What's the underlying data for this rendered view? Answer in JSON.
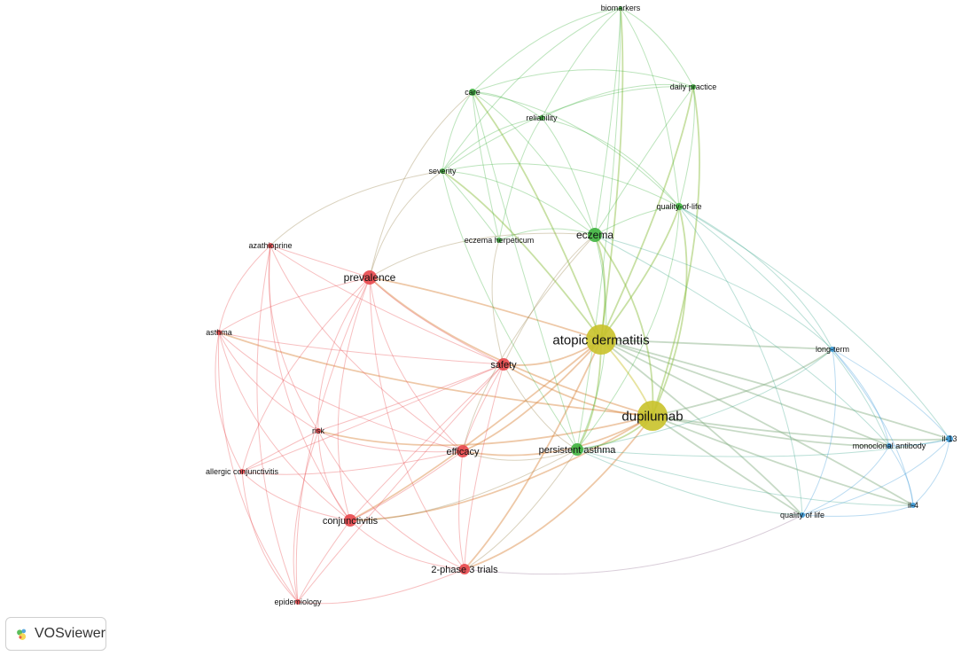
{
  "app": {
    "name": "VOSviewer",
    "logo_icon": "vosviewer-logo-icon"
  },
  "clusters": {
    "red": "#e8474b",
    "green": "#3fb33f",
    "blue": "#3a98d6",
    "yellow": "#c9c22a"
  },
  "nodes": [
    {
      "id": "atopic_dermatitis",
      "label": "atopic dermatitis",
      "cluster": "yellow"
    },
    {
      "id": "dupilumab",
      "label": "dupilumab",
      "cluster": "yellow"
    },
    {
      "id": "prevalence",
      "label": "prevalence",
      "cluster": "red"
    },
    {
      "id": "safety",
      "label": "safety",
      "cluster": "red"
    },
    {
      "id": "efficacy",
      "label": "efficacy",
      "cluster": "red"
    },
    {
      "id": "conjunctivitis",
      "label": "conjunctivitis",
      "cluster": "red"
    },
    {
      "id": "phase3",
      "label": "2-phase 3 trials",
      "cluster": "red"
    },
    {
      "id": "azathioprine",
      "label": "azathioprine",
      "cluster": "red"
    },
    {
      "id": "asthma",
      "label": "asthma",
      "cluster": "red"
    },
    {
      "id": "risk",
      "label": "risk",
      "cluster": "red"
    },
    {
      "id": "allergic_conj",
      "label": "allergic conjunctivitis",
      "cluster": "red"
    },
    {
      "id": "epidemiology",
      "label": "epidemiology",
      "cluster": "red"
    },
    {
      "id": "eczema",
      "label": "eczema",
      "cluster": "green"
    },
    {
      "id": "persistent_asthma",
      "label": "persistent asthma",
      "cluster": "green"
    },
    {
      "id": "care",
      "label": "care",
      "cluster": "green"
    },
    {
      "id": "biomarkers",
      "label": "biomarkers",
      "cluster": "green"
    },
    {
      "id": "daily_practice",
      "label": "daily practice",
      "cluster": "green"
    },
    {
      "id": "reliability",
      "label": "reliability",
      "cluster": "green"
    },
    {
      "id": "severity",
      "label": "severity",
      "cluster": "green"
    },
    {
      "id": "eczema_herp",
      "label": "eczema herpeticum",
      "cluster": "green"
    },
    {
      "id": "qol_hyphen",
      "label": "quality-of-life",
      "cluster": "green"
    },
    {
      "id": "long_term",
      "label": "long-term",
      "cluster": "blue"
    },
    {
      "id": "mab",
      "label": "monoclonal antibody",
      "cluster": "blue"
    },
    {
      "id": "il13",
      "label": "il-13",
      "cluster": "blue"
    },
    {
      "id": "il4",
      "label": "il-4",
      "cluster": "blue"
    },
    {
      "id": "qol_space",
      "label": "quality of life",
      "cluster": "blue"
    }
  ],
  "links": [
    [
      "atopic_dermatitis",
      "dupilumab"
    ],
    [
      "atopic_dermatitis",
      "eczema"
    ],
    [
      "atopic_dermatitis",
      "prevalence"
    ],
    [
      "atopic_dermatitis",
      "safety"
    ],
    [
      "atopic_dermatitis",
      "efficacy"
    ],
    [
      "atopic_dermatitis",
      "conjunctivitis"
    ],
    [
      "atopic_dermatitis",
      "persistent_asthma"
    ],
    [
      "atopic_dermatitis",
      "long_term"
    ],
    [
      "atopic_dermatitis",
      "mab"
    ],
    [
      "atopic_dermatitis",
      "qol_hyphen"
    ],
    [
      "atopic_dermatitis",
      "biomarkers"
    ],
    [
      "atopic_dermatitis",
      "care"
    ],
    [
      "atopic_dermatitis",
      "il4"
    ],
    [
      "atopic_dermatitis",
      "il13"
    ],
    [
      "atopic_dermatitis",
      "qol_space"
    ],
    [
      "atopic_dermatitis",
      "phase3"
    ],
    [
      "atopic_dermatitis",
      "daily_practice"
    ],
    [
      "atopic_dermatitis",
      "severity"
    ],
    [
      "dupilumab",
      "efficacy"
    ],
    [
      "dupilumab",
      "safety"
    ],
    [
      "dupilumab",
      "conjunctivitis"
    ],
    [
      "dupilumab",
      "prevalence"
    ],
    [
      "dupilumab",
      "eczema"
    ],
    [
      "dupilumab",
      "persistent_asthma"
    ],
    [
      "dupilumab",
      "long_term"
    ],
    [
      "dupilumab",
      "mab"
    ],
    [
      "dupilumab",
      "il4"
    ],
    [
      "dupilumab",
      "il13"
    ],
    [
      "dupilumab",
      "qol_space"
    ],
    [
      "dupilumab",
      "phase3"
    ],
    [
      "dupilumab",
      "qol_hyphen"
    ],
    [
      "dupilumab",
      "daily_practice"
    ],
    [
      "dupilumab",
      "asthma"
    ],
    [
      "dupilumab",
      "risk"
    ],
    [
      "prevalence",
      "safety"
    ],
    [
      "prevalence",
      "efficacy"
    ],
    [
      "prevalence",
      "conjunctivitis"
    ],
    [
      "prevalence",
      "asthma"
    ],
    [
      "prevalence",
      "azathioprine"
    ],
    [
      "prevalence",
      "risk"
    ],
    [
      "prevalence",
      "eczema"
    ],
    [
      "prevalence",
      "care"
    ],
    [
      "prevalence",
      "severity"
    ],
    [
      "prevalence",
      "epidemiology"
    ],
    [
      "prevalence",
      "phase3"
    ],
    [
      "prevalence",
      "allergic_conj"
    ],
    [
      "safety",
      "efficacy"
    ],
    [
      "safety",
      "conjunctivitis"
    ],
    [
      "safety",
      "phase3"
    ],
    [
      "safety",
      "risk"
    ],
    [
      "safety",
      "asthma"
    ],
    [
      "safety",
      "azathioprine"
    ],
    [
      "safety",
      "eczema"
    ],
    [
      "safety",
      "persistent_asthma"
    ],
    [
      "safety",
      "allergic_conj"
    ],
    [
      "safety",
      "epidemiology"
    ],
    [
      "safety",
      "eczema_herp"
    ],
    [
      "efficacy",
      "conjunctivitis"
    ],
    [
      "efficacy",
      "phase3"
    ],
    [
      "efficacy",
      "risk"
    ],
    [
      "efficacy",
      "asthma"
    ],
    [
      "efficacy",
      "azathioprine"
    ],
    [
      "efficacy",
      "persistent_asthma"
    ],
    [
      "efficacy",
      "allergic_conj"
    ],
    [
      "efficacy",
      "eczema"
    ],
    [
      "conjunctivitis",
      "phase3"
    ],
    [
      "conjunctivitis",
      "risk"
    ],
    [
      "conjunctivitis",
      "allergic_conj"
    ],
    [
      "conjunctivitis",
      "epidemiology"
    ],
    [
      "conjunctivitis",
      "asthma"
    ],
    [
      "conjunctivitis",
      "persistent_asthma"
    ],
    [
      "conjunctivitis",
      "azathioprine"
    ],
    [
      "phase3",
      "epidemiology"
    ],
    [
      "phase3",
      "risk"
    ],
    [
      "phase3",
      "persistent_asthma"
    ],
    [
      "phase3",
      "qol_space"
    ],
    [
      "asthma",
      "risk"
    ],
    [
      "asthma",
      "azathioprine"
    ],
    [
      "asthma",
      "allergic_conj"
    ],
    [
      "asthma",
      "epidemiology"
    ],
    [
      "risk",
      "allergic_conj"
    ],
    [
      "risk",
      "epidemiology"
    ],
    [
      "risk",
      "azathioprine"
    ],
    [
      "allergic_conj",
      "epidemiology"
    ],
    [
      "azathioprine",
      "epidemiology"
    ],
    [
      "eczema",
      "care"
    ],
    [
      "eczema",
      "biomarkers"
    ],
    [
      "eczema",
      "daily_practice"
    ],
    [
      "eczema",
      "reliability"
    ],
    [
      "eczema",
      "severity"
    ],
    [
      "eczema",
      "eczema_herp"
    ],
    [
      "eczema",
      "qol_hyphen"
    ],
    [
      "eczema",
      "persistent_asthma"
    ],
    [
      "eczema",
      "long_term"
    ],
    [
      "eczema",
      "mab"
    ],
    [
      "persistent_asthma",
      "care"
    ],
    [
      "persistent_asthma",
      "biomarkers"
    ],
    [
      "persistent_asthma",
      "qol_hyphen"
    ],
    [
      "persistent_asthma",
      "long_term"
    ],
    [
      "persistent_asthma",
      "il13"
    ],
    [
      "persistent_asthma",
      "il4"
    ],
    [
      "persistent_asthma",
      "qol_space"
    ],
    [
      "persistent_asthma",
      "severity"
    ],
    [
      "care",
      "biomarkers"
    ],
    [
      "care",
      "reliability"
    ],
    [
      "care",
      "severity"
    ],
    [
      "care",
      "daily_practice"
    ],
    [
      "care",
      "qol_hyphen"
    ],
    [
      "care",
      "eczema_herp"
    ],
    [
      "biomarkers",
      "daily_practice"
    ],
    [
      "biomarkers",
      "qol_hyphen"
    ],
    [
      "biomarkers",
      "severity"
    ],
    [
      "biomarkers",
      "reliability"
    ],
    [
      "daily_practice",
      "qol_hyphen"
    ],
    [
      "daily_practice",
      "reliability"
    ],
    [
      "daily_practice",
      "severity"
    ],
    [
      "reliability",
      "severity"
    ],
    [
      "reliability",
      "qol_hyphen"
    ],
    [
      "reliability",
      "eczema_herp"
    ],
    [
      "severity",
      "qol_hyphen"
    ],
    [
      "severity",
      "eczema_herp"
    ],
    [
      "severity",
      "azathioprine"
    ],
    [
      "qol_hyphen",
      "long_term"
    ],
    [
      "qol_hyphen",
      "mab"
    ],
    [
      "qol_hyphen",
      "il13"
    ],
    [
      "qol_hyphen",
      "qol_space"
    ],
    [
      "long_term",
      "mab"
    ],
    [
      "long_term",
      "il13"
    ],
    [
      "long_term",
      "il4"
    ],
    [
      "long_term",
      "qol_space"
    ],
    [
      "mab",
      "il13"
    ],
    [
      "mab",
      "il4"
    ],
    [
      "mab",
      "qol_space"
    ],
    [
      "il13",
      "il4"
    ],
    [
      "il13",
      "qol_space"
    ],
    [
      "il4",
      "qol_space"
    ]
  ]
}
